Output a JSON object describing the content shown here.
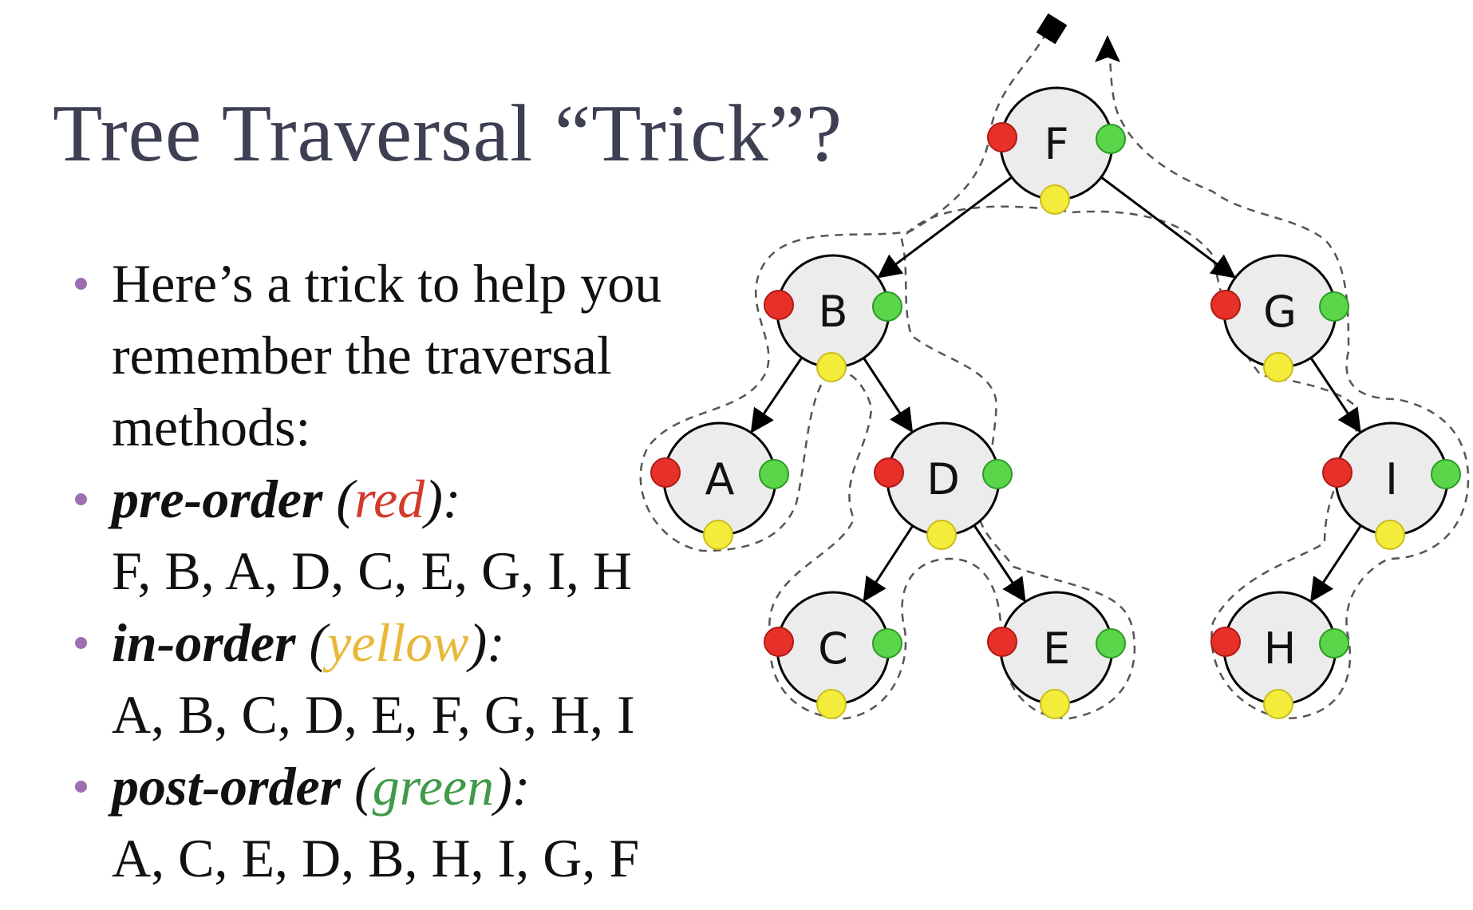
{
  "slide": {
    "title": "Tree Traversal “Trick”?"
  },
  "bullets": {
    "intro": "Here’s a trick to help you remember the traversal methods:",
    "pre": {
      "keyword": "pre-order",
      "open": " (",
      "color_word": "red",
      "close": "):",
      "sequence": "F, B, A, D, C, E, G, I, H"
    },
    "in": {
      "keyword": "in-order",
      "open": " (",
      "color_word": "yellow",
      "close": "):",
      "sequence": "A, B, C, D, E, F, G, H, I"
    },
    "post": {
      "keyword": "post-order",
      "open": " (",
      "color_word": "green",
      "close": "):",
      "sequence": "A, C, E, D, B, H, I, G, F"
    }
  },
  "colors": {
    "title": "#3d3f52",
    "bullet": "#9b6fb3",
    "red_word": "#d23a2a",
    "yellow_word": "#e8b83a",
    "green_word": "#3f9b4a",
    "pre_dot": "#e8302a",
    "in_dot": "#f4ec3a",
    "post_dot": "#5bd64a",
    "node_fill": "#ececec"
  },
  "tree": {
    "nodes": [
      {
        "id": "F",
        "label": "F"
      },
      {
        "id": "B",
        "label": "B"
      },
      {
        "id": "G",
        "label": "G"
      },
      {
        "id": "A",
        "label": "A"
      },
      {
        "id": "D",
        "label": "D"
      },
      {
        "id": "I",
        "label": "I"
      },
      {
        "id": "C",
        "label": "C"
      },
      {
        "id": "E",
        "label": "E"
      },
      {
        "id": "H",
        "label": "H"
      }
    ],
    "edges": [
      [
        "F",
        "B"
      ],
      [
        "F",
        "G"
      ],
      [
        "B",
        "A"
      ],
      [
        "B",
        "D"
      ],
      [
        "D",
        "C"
      ],
      [
        "D",
        "E"
      ],
      [
        "G",
        "I"
      ],
      [
        "I",
        "H"
      ]
    ]
  }
}
